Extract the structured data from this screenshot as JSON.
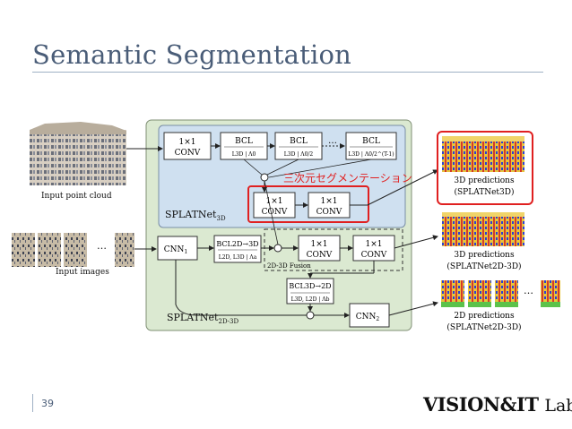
{
  "slide": {
    "title": "Semantic Segmentation",
    "page_number": "39",
    "logo_text": "VISION&IT",
    "logo_lab": "Lab"
  },
  "diagram": {
    "input_point_cloud_label": "Input point cloud",
    "input_images_label": "Input images",
    "splat3d": {
      "name": "SPLATNet",
      "sub": "3D"
    },
    "splat2d3d": {
      "name": "SPLATNet",
      "sub": "2D-3D"
    },
    "fusion_label": "2D-3D Fusion",
    "conv_line1": "1×1",
    "conv_line2": "CONV",
    "bcl_label": "BCL",
    "bcl_params": [
      "L3D | Λ0",
      "L3D | Λ0/2",
      "L3D | Λ0/2^(T-1)"
    ],
    "bcl2d3d_label": "BCL2D→3D",
    "bcl2d3d_param": "L2D, L3D | Λa",
    "bcl3d2d_label": "BCL3D→2D",
    "bcl3d2d_param": "L3D, L2D | Λb",
    "cnn1_label": "CNN",
    "cnn1_sub": "1",
    "cnn2_label": "CNN",
    "cnn2_sub": "2",
    "annotation_jp": "三次元セグメンテーション",
    "pred3d_label": "3D predictions",
    "pred3d_sub": "(SPLATNet3D)",
    "pred3d_fusion_label": "3D predictions",
    "pred3d_fusion_sub": "(SPLATNet2D-3D)",
    "pred2d_label": "2D predictions",
    "pred2d_sub": "(SPLATNet2D-3D)",
    "ellipsis": "…"
  }
}
